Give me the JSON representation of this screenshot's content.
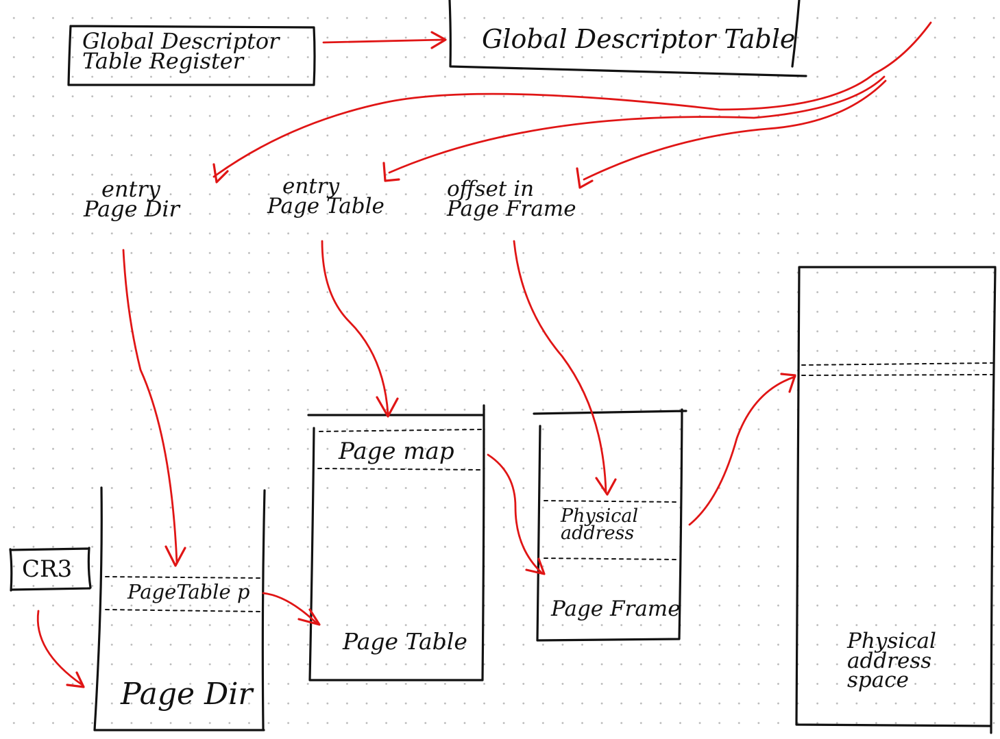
{
  "colors": {
    "ink": "#111111",
    "arrow": "#e01515",
    "grid_dot": "#b9b9b9"
  },
  "labels": {
    "gdtr_line1": "Global Descriptor",
    "gdtr_line2": "Table Register",
    "gdt": "Global Descriptor Table",
    "entry_dir_line1": "entry",
    "entry_dir_line2": "Page Dir",
    "entry_tbl_line1": "entry",
    "entry_tbl_line2": "Page Table",
    "offset_line1": "offset in",
    "offset_line2": "Page Frame",
    "page_map": "Page map",
    "pagetable_ptr": "PageTable p",
    "physical_line1": "Physical",
    "physical_line2": "address",
    "page_frame": "Page Frame",
    "page_table": "Page Table",
    "page_dir": "Page Dir",
    "cr3": "CR3",
    "phys_space_line1": "Physical",
    "phys_space_line2": "address",
    "phys_space_line3": "space"
  }
}
